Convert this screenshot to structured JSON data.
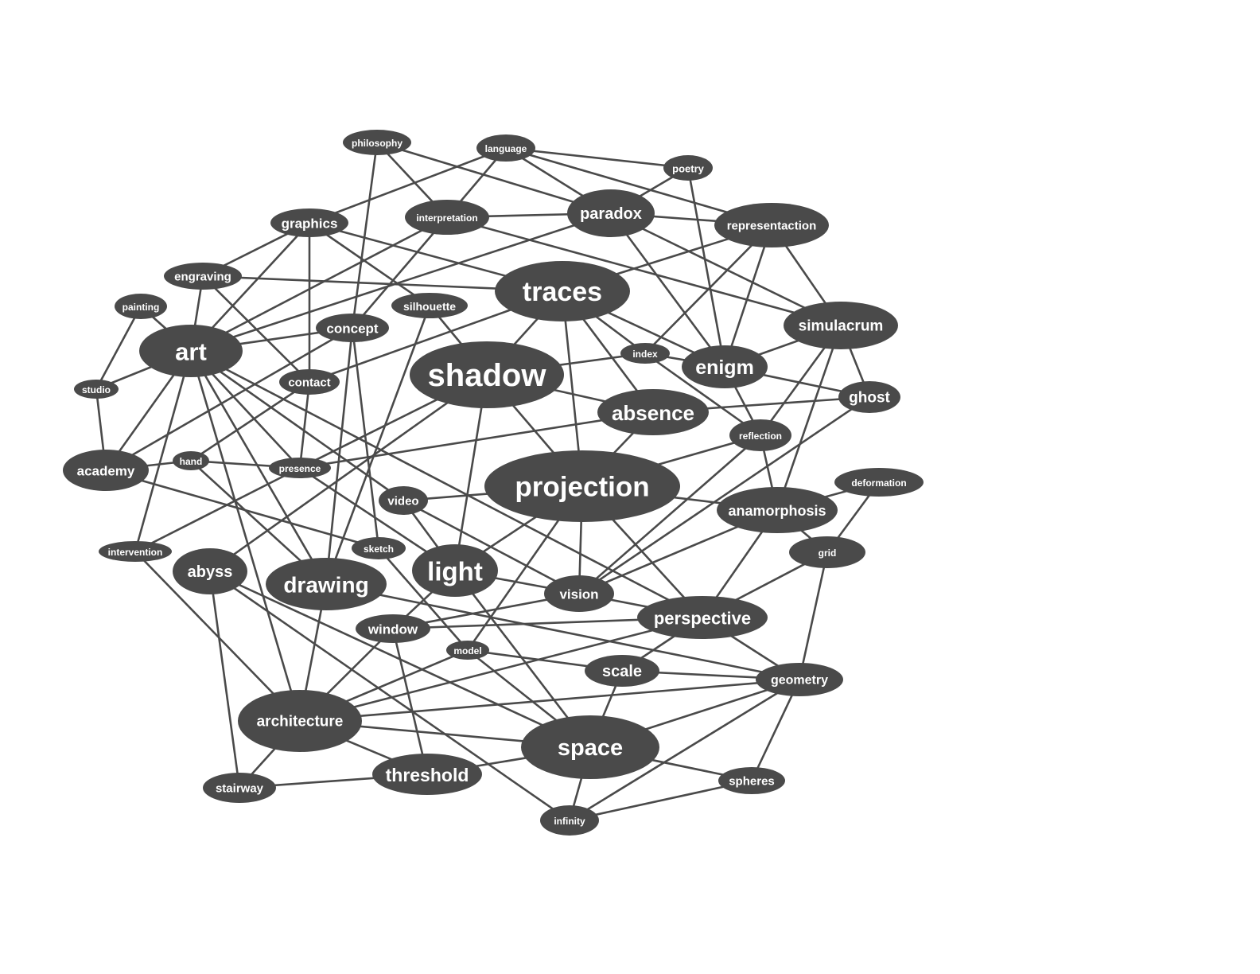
{
  "colors": {
    "node": "#4a4a4a",
    "edge": "#4a4a4a",
    "label": "#ffffff",
    "background": "#ffffff"
  },
  "nodes": [
    "philosophy",
    "language",
    "poetry",
    "graphics",
    "interpretation",
    "paradox",
    "representaction",
    "engraving",
    "painting",
    "traces",
    "silhouette",
    "concept",
    "simulacrum",
    "art",
    "index",
    "enigm",
    "contact",
    "shadow",
    "studio",
    "ghost",
    "absence",
    "reflection",
    "academy",
    "hand",
    "presence",
    "projection",
    "deformation",
    "video",
    "anamorphosis",
    "intervention",
    "sketch",
    "grid",
    "abyss",
    "drawing",
    "light",
    "vision",
    "perspective",
    "window",
    "model",
    "scale",
    "geometry",
    "architecture",
    "space",
    "threshold",
    "stairway",
    "spheres",
    "infinity"
  ],
  "edges": [
    [
      "philosophy",
      "concept"
    ],
    [
      "philosophy",
      "interpretation"
    ],
    [
      "philosophy",
      "paradox"
    ],
    [
      "language",
      "graphics"
    ],
    [
      "language",
      "interpretation"
    ],
    [
      "language",
      "paradox"
    ],
    [
      "language",
      "poetry"
    ],
    [
      "language",
      "representaction"
    ],
    [
      "poetry",
      "paradox"
    ],
    [
      "poetry",
      "enigm"
    ],
    [
      "graphics",
      "engraving"
    ],
    [
      "graphics",
      "art"
    ],
    [
      "graphics",
      "contact"
    ],
    [
      "graphics",
      "silhouette"
    ],
    [
      "graphics",
      "traces"
    ],
    [
      "interpretation",
      "paradox"
    ],
    [
      "interpretation",
      "art"
    ],
    [
      "interpretation",
      "concept"
    ],
    [
      "interpretation",
      "simulacrum"
    ],
    [
      "paradox",
      "representaction"
    ],
    [
      "paradox",
      "art"
    ],
    [
      "paradox",
      "enigm"
    ],
    [
      "paradox",
      "simulacrum"
    ],
    [
      "representaction",
      "traces"
    ],
    [
      "representaction",
      "index"
    ],
    [
      "representaction",
      "enigm"
    ],
    [
      "representaction",
      "simulacrum"
    ],
    [
      "engraving",
      "art"
    ],
    [
      "engraving",
      "contact"
    ],
    [
      "engraving",
      "traces"
    ],
    [
      "painting",
      "art"
    ],
    [
      "painting",
      "studio"
    ],
    [
      "art",
      "studio"
    ],
    [
      "art",
      "concept"
    ],
    [
      "art",
      "academy"
    ],
    [
      "art",
      "intervention"
    ],
    [
      "art",
      "architecture"
    ],
    [
      "art",
      "drawing"
    ],
    [
      "art",
      "presence"
    ],
    [
      "art",
      "video"
    ],
    [
      "art",
      "perspective"
    ],
    [
      "traces",
      "shadow"
    ],
    [
      "traces",
      "contact"
    ],
    [
      "traces",
      "projection"
    ],
    [
      "traces",
      "absence"
    ],
    [
      "traces",
      "index"
    ],
    [
      "traces",
      "enigm"
    ],
    [
      "silhouette",
      "shadow"
    ],
    [
      "silhouette",
      "drawing"
    ],
    [
      "concept",
      "academy"
    ],
    [
      "concept",
      "drawing"
    ],
    [
      "concept",
      "sketch"
    ],
    [
      "hand",
      "academy"
    ],
    [
      "hand",
      "presence"
    ],
    [
      "hand",
      "contact"
    ],
    [
      "hand",
      "drawing"
    ],
    [
      "contact",
      "presence"
    ],
    [
      "studio",
      "academy"
    ],
    [
      "academy",
      "sketch"
    ],
    [
      "index",
      "shadow"
    ],
    [
      "index",
      "enigm"
    ],
    [
      "index",
      "reflection"
    ],
    [
      "enigm",
      "simulacrum"
    ],
    [
      "enigm",
      "ghost"
    ],
    [
      "enigm",
      "reflection"
    ],
    [
      "simulacrum",
      "ghost"
    ],
    [
      "simulacrum",
      "reflection"
    ],
    [
      "simulacrum",
      "anamorphosis"
    ],
    [
      "shadow",
      "absence"
    ],
    [
      "shadow",
      "projection"
    ],
    [
      "shadow",
      "light"
    ],
    [
      "shadow",
      "presence"
    ],
    [
      "shadow",
      "abyss"
    ],
    [
      "absence",
      "presence"
    ],
    [
      "absence",
      "projection"
    ],
    [
      "absence",
      "ghost"
    ],
    [
      "presence",
      "intervention"
    ],
    [
      "presence",
      "light"
    ],
    [
      "projection",
      "video"
    ],
    [
      "projection",
      "light"
    ],
    [
      "projection",
      "model"
    ],
    [
      "projection",
      "vision"
    ],
    [
      "projection",
      "perspective"
    ],
    [
      "projection",
      "reflection"
    ],
    [
      "projection",
      "anamorphosis"
    ],
    [
      "reflection",
      "anamorphosis"
    ],
    [
      "reflection",
      "vision"
    ],
    [
      "ghost",
      "vision"
    ],
    [
      "anamorphosis",
      "vision"
    ],
    [
      "anamorphosis",
      "deformation"
    ],
    [
      "anamorphosis",
      "grid"
    ],
    [
      "anamorphosis",
      "perspective"
    ],
    [
      "deformation",
      "grid"
    ],
    [
      "grid",
      "perspective"
    ],
    [
      "grid",
      "geometry"
    ],
    [
      "video",
      "light"
    ],
    [
      "video",
      "vision"
    ],
    [
      "light",
      "vision"
    ],
    [
      "light",
      "window"
    ],
    [
      "light",
      "space"
    ],
    [
      "vision",
      "window"
    ],
    [
      "vision",
      "perspective"
    ],
    [
      "window",
      "perspective"
    ],
    [
      "window",
      "architecture"
    ],
    [
      "window",
      "threshold"
    ],
    [
      "drawing",
      "geometry"
    ],
    [
      "drawing",
      "architecture"
    ],
    [
      "sketch",
      "model"
    ],
    [
      "model",
      "architecture"
    ],
    [
      "model",
      "scale"
    ],
    [
      "model",
      "space"
    ],
    [
      "intervention",
      "architecture"
    ],
    [
      "abyss",
      "stairway"
    ],
    [
      "abyss",
      "space"
    ],
    [
      "abyss",
      "infinity"
    ],
    [
      "architecture",
      "perspective"
    ],
    [
      "architecture",
      "geometry"
    ],
    [
      "architecture",
      "space"
    ],
    [
      "architecture",
      "threshold"
    ],
    [
      "architecture",
      "stairway"
    ],
    [
      "stairway",
      "threshold"
    ],
    [
      "threshold",
      "space"
    ],
    [
      "perspective",
      "scale"
    ],
    [
      "perspective",
      "geometry"
    ],
    [
      "scale",
      "geometry"
    ],
    [
      "scale",
      "space"
    ],
    [
      "space",
      "geometry"
    ],
    [
      "space",
      "spheres"
    ],
    [
      "space",
      "infinity"
    ],
    [
      "infinity",
      "geometry"
    ],
    [
      "infinity",
      "spheres"
    ],
    [
      "geometry",
      "spheres"
    ]
  ]
}
